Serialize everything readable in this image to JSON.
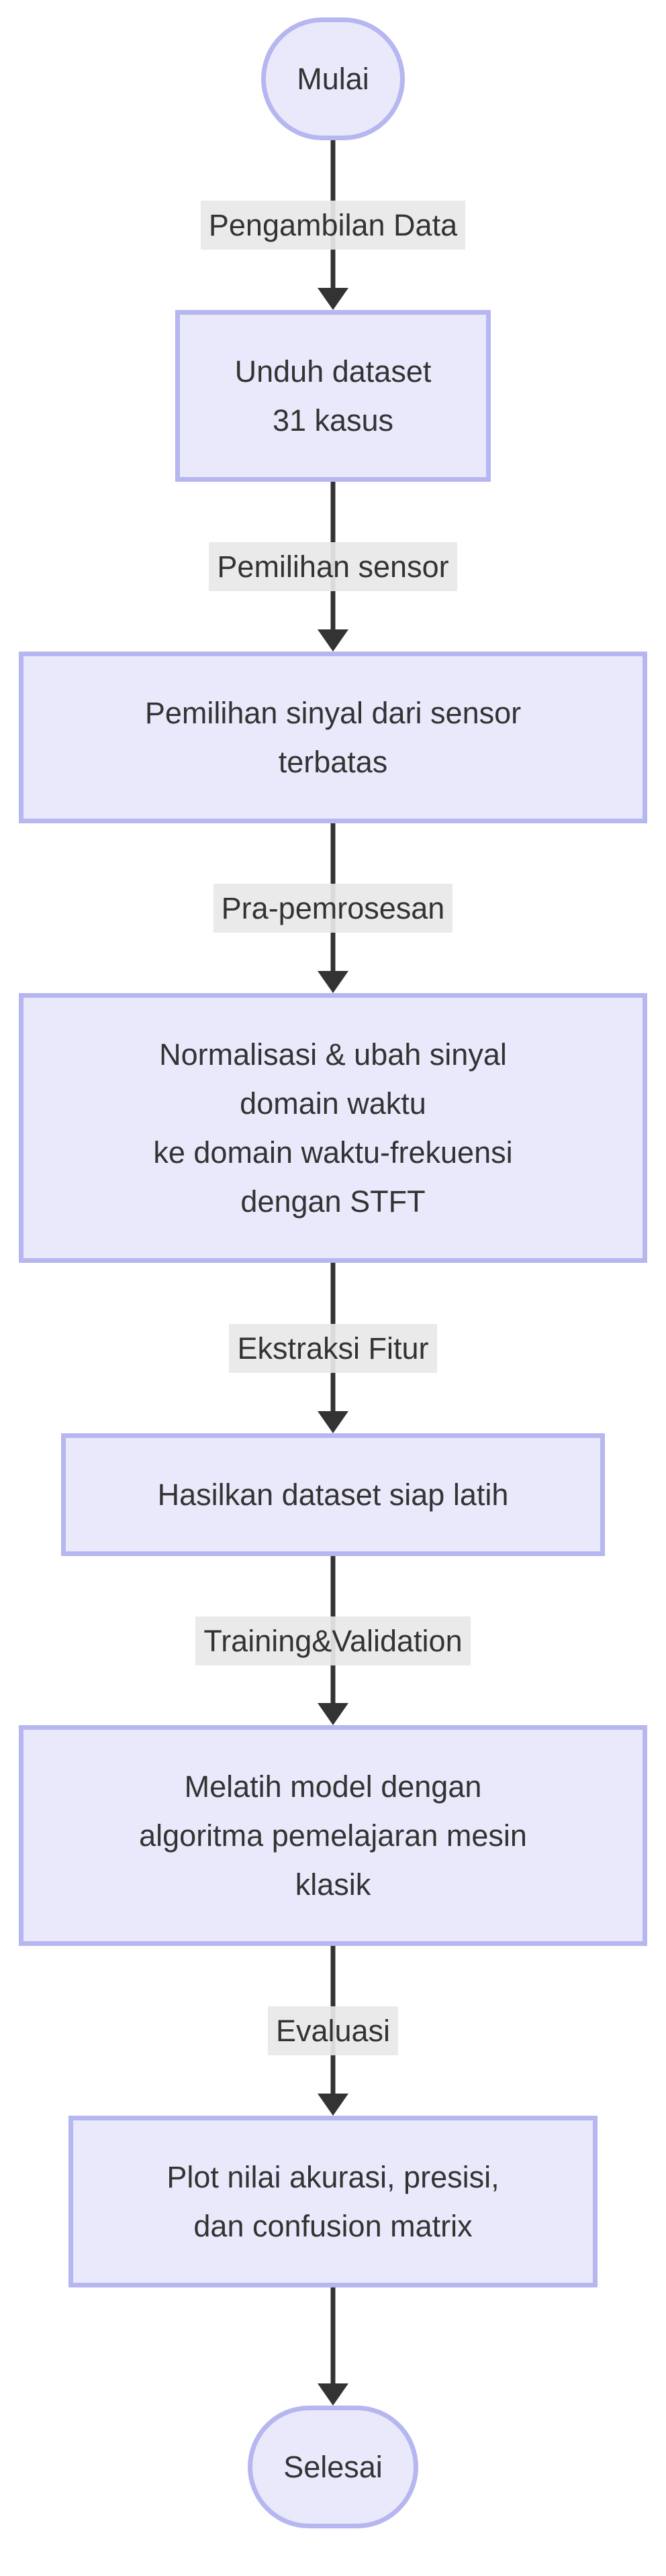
{
  "diagram": {
    "type": "flowchart-top-down",
    "start": {
      "label": "Mulai"
    },
    "end": {
      "label": "Selesai"
    },
    "steps": [
      {
        "edge_label": "Pengambilan Data",
        "lines": [
          "Unduh dataset",
          "31 kasus"
        ]
      },
      {
        "edge_label": "Pemilihan sensor",
        "lines": [
          "Pemilihan sinyal dari sensor",
          "terbatas"
        ]
      },
      {
        "edge_label": "Pra-pemrosesan",
        "lines": [
          "Normalisasi & ubah sinyal",
          "domain waktu",
          "ke domain waktu-frekuensi",
          "dengan STFT"
        ]
      },
      {
        "edge_label": "Ekstraksi Fitur",
        "lines": [
          "Hasilkan dataset siap latih"
        ]
      },
      {
        "edge_label": "Training&Validation",
        "lines": [
          "Melatih model dengan",
          "algoritma pemelajaran mesin",
          "klasik"
        ]
      },
      {
        "edge_label": "Evaluasi",
        "lines": [
          "Plot nilai akurasi, presisi,",
          "dan confusion matrix"
        ]
      }
    ],
    "colors": {
      "node_fill": "#e9e9fb",
      "node_border": "#b6b6f0",
      "edge_label_bg": "#e8e8e8",
      "arrow": "#333333",
      "text": "#333333",
      "background": "#ffffff"
    }
  }
}
